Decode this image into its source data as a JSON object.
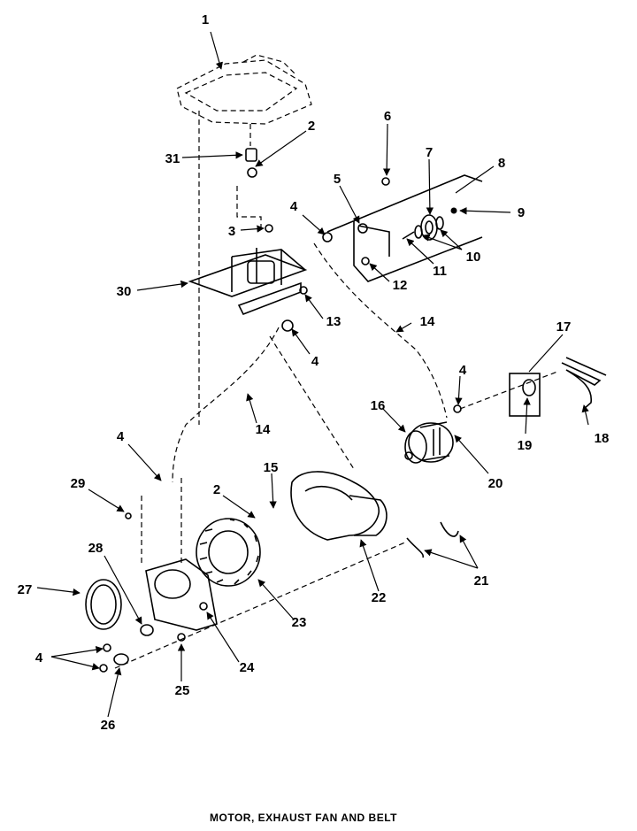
{
  "caption": "MOTOR, EXHAUST FAN AND BELT",
  "labels": [
    "1",
    "2",
    "3",
    "4",
    "5",
    "6",
    "7",
    "8",
    "9",
    "10",
    "11",
    "12",
    "13",
    "14",
    "15",
    "16",
    "17",
    "18",
    "19",
    "20",
    "21",
    "22",
    "23",
    "24",
    "25",
    "26",
    "27",
    "28",
    "29",
    "30",
    "31",
    "2",
    "4",
    "4",
    "4",
    "4",
    "14"
  ]
}
